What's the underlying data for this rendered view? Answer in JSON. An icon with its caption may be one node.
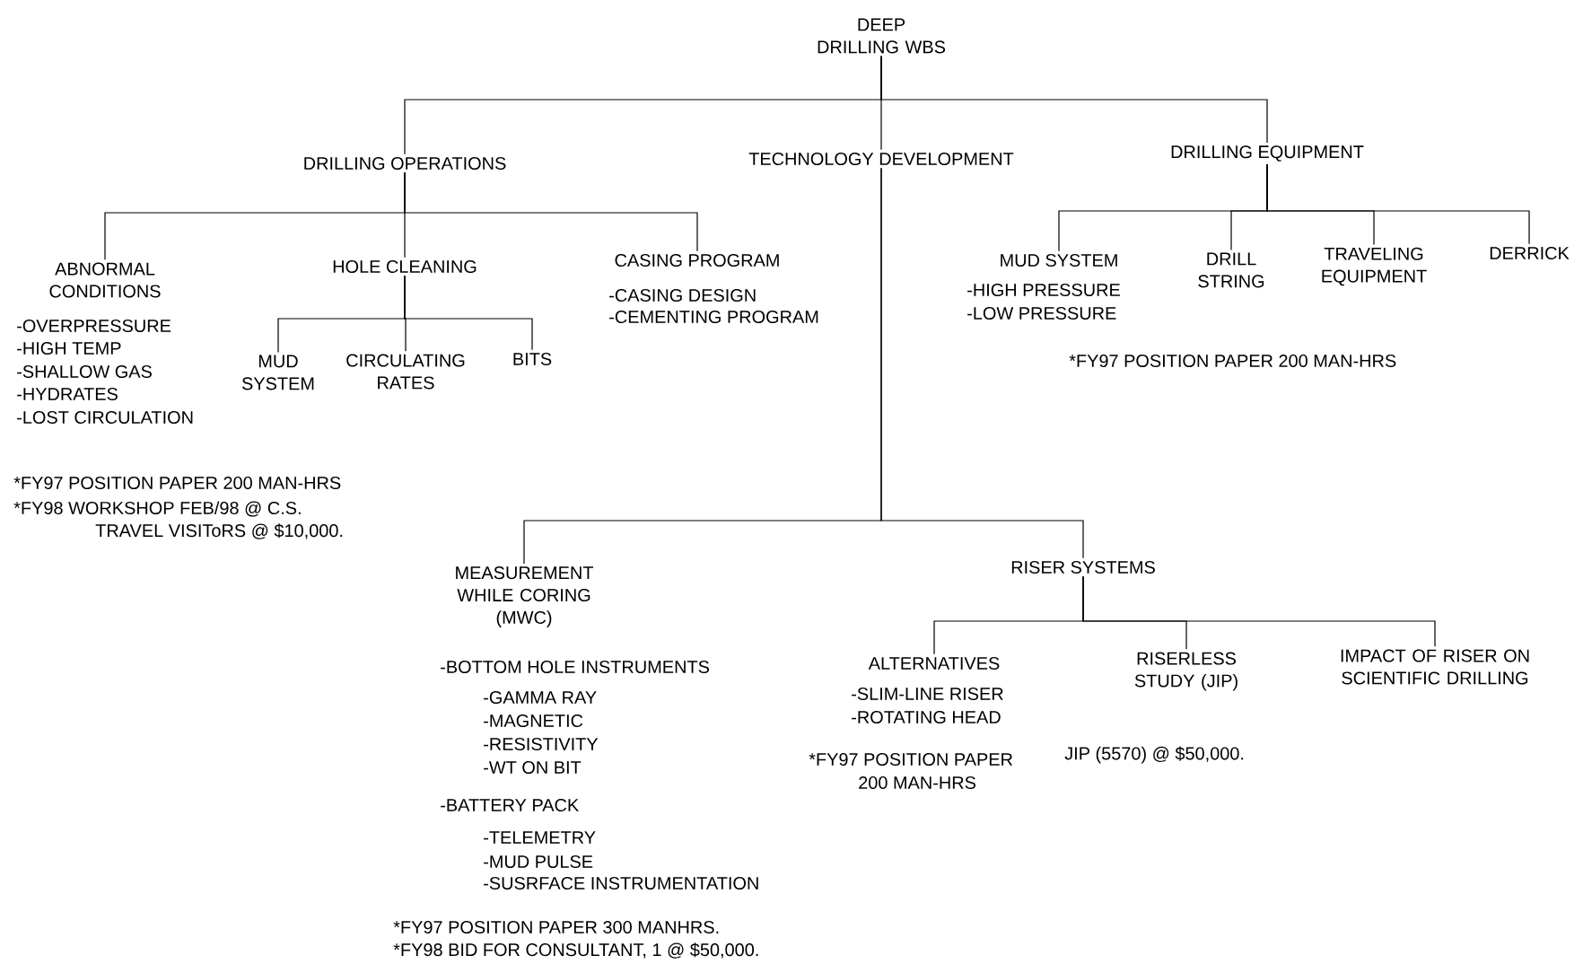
{
  "diagram": {
    "nodes": [
      {
        "text": [
          "DEEP DRILLING WBS"
        ]
      },
      {
        "text": [
          "DRILLING OPERATIONS"
        ]
      },
      {
        "text": [
          "TECHNOLOGY DEVELOPMENT"
        ]
      },
      {
        "text": [
          "DRILLING EQUIPMENT"
        ]
      },
      {
        "text": [
          "ABNORMAL CONDITIONS"
        ],
        "beside": [
          "-OVERPRESSURE",
          "-HIGH TEMP",
          "-SHALLOW GAS",
          "-HYDRATES",
          "-LOST CIRCULATION"
        ]
      },
      {
        "text": [
          "HOLE CLEANING"
        ]
      },
      {
        "text": [
          "CASING PROGRAM"
        ],
        "beside": [
          "-CASING DESIGN",
          "-CEMENTING PROGRAM"
        ]
      },
      {
        "text": [
          "MUD SYSTEM"
        ]
      },
      {
        "text": [
          "CIRCULATING RATES"
        ]
      },
      {
        "text": [
          "BITS"
        ]
      },
      {
        "text": [
          "MEASUREMENT WHILE CORING (MWC)"
        ],
        "beside": [
          "-BOTTOM HOLE INSTRUMENTS",
          "-GAMMA RAY",
          "-MAGNETIC",
          "-RESISTIVITY",
          "-WT ON BIT",
          "-BATTERY PACK",
          "-TELEMETRY",
          "-MUD PULSE",
          "-SUSRFACE INSTRUMENTATION"
        ]
      },
      {
        "text": [
          "RISER SYSTEMS"
        ]
      },
      {
        "text": [
          "ALTERNATIVES"
        ],
        "beside": [
          "-SLIM-LINE RISER",
          "-ROTATING HEAD"
        ]
      },
      {
        "text": [
          "RISERLESS STUDY (JIP)"
        ]
      },
      {
        "text": [
          "IMPACT OF RISER ON SCIENTIFIC DRILLING"
        ]
      },
      {
        "text": [
          "MUD SYSTEM"
        ],
        "beside": [
          "-HIGH PRESSURE",
          "-LOW PRESSURE"
        ]
      },
      {
        "text": [
          "DRILL STRING"
        ]
      },
      {
        "text": [
          "TRAVELING EQUIPMENT"
        ]
      },
      {
        "text": [
          "DERRICK"
        ]
      }
    ],
    "edges": [
      {
        "from": 0,
        "to": 1,
        "arrow": "none"
      },
      {
        "from": 0,
        "to": 2,
        "arrow": "none"
      },
      {
        "from": 0,
        "to": 3,
        "arrow": "none"
      },
      {
        "from": 1,
        "to": 4,
        "arrow": "none"
      },
      {
        "from": 1,
        "to": 5,
        "arrow": "none"
      },
      {
        "from": 1,
        "to": 6,
        "arrow": "none"
      },
      {
        "from": 5,
        "to": 7,
        "arrow": "none"
      },
      {
        "from": 5,
        "to": 8,
        "arrow": "none"
      },
      {
        "from": 5,
        "to": 9,
        "arrow": "none"
      },
      {
        "from": 2,
        "to": 10,
        "arrow": "none"
      },
      {
        "from": 2,
        "to": 11,
        "arrow": "none"
      },
      {
        "from": 11,
        "to": 12,
        "arrow": "none"
      },
      {
        "from": 11,
        "to": 13,
        "arrow": "none"
      },
      {
        "from": 11,
        "to": 14,
        "arrow": "none"
      },
      {
        "from": 3,
        "to": 15,
        "arrow": "none"
      },
      {
        "from": 3,
        "to": 16,
        "arrow": "none"
      },
      {
        "from": 3,
        "to": 17,
        "arrow": "none"
      },
      {
        "from": 3,
        "to": 18,
        "arrow": "none"
      }
    ],
    "labels": [
      "*FY97 POSITION PAPER 200 MAN-HRS",
      "*FY98 WORKSHOP FEB/98 @ C.S.",
      "TRAVEL VISIToRS @ $10,000.",
      "*FY97 POSITION PAPER 200 MAN-HRS",
      "*FY97 POSITION PAPER",
      "200 MAN-HRS",
      "JIP (5570) @ $50,000.",
      "*FY97 POSITION PAPER 300 MANHRS.",
      "*FY98 BID FOR CONSULTANT, 1 @ $50,000."
    ]
  }
}
